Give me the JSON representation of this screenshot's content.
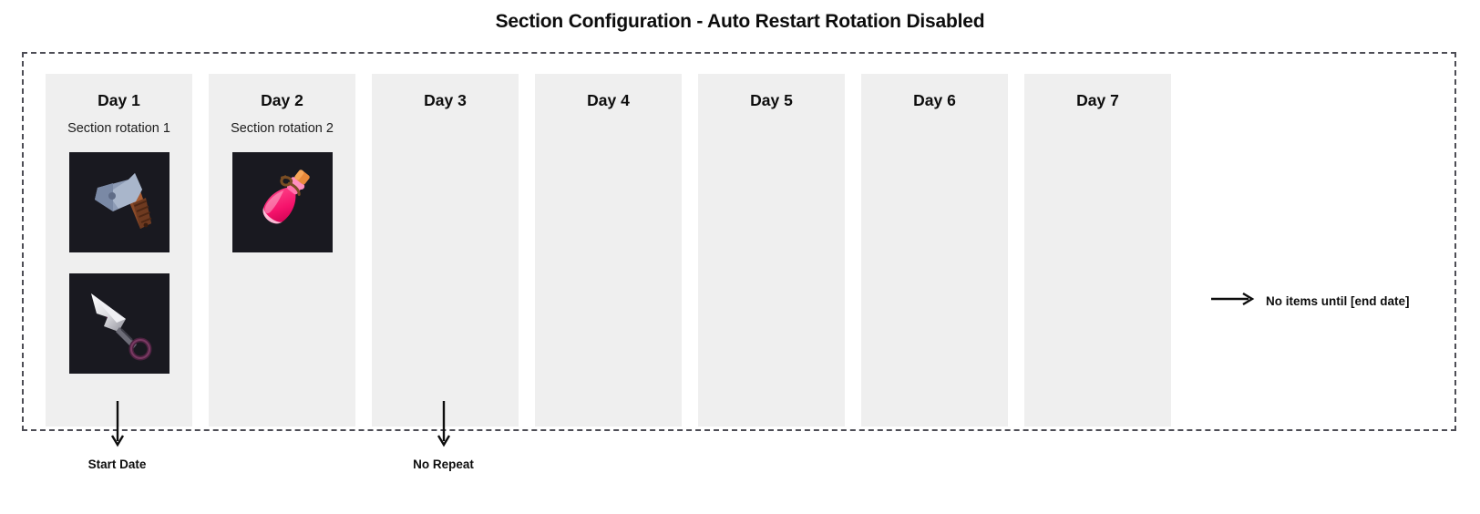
{
  "page": {
    "title": "Section Configuration - Auto Restart Rotation Disabled",
    "background_color": "#ffffff",
    "card_color": "#efefef",
    "item_tile_color": "#191920",
    "border_color": "#4d4d55",
    "text_color": "#0d0d0d"
  },
  "timeline": {
    "days": [
      {
        "day_label": "Day 1",
        "rotation_label": "Section rotation 1",
        "items": [
          {
            "icon": "axe-icon",
            "name": "axe"
          },
          {
            "icon": "kunai-dagger-icon",
            "name": "kunai dagger"
          }
        ]
      },
      {
        "day_label": "Day 2",
        "rotation_label": "Section rotation 2",
        "items": [
          {
            "icon": "potion-bottle-icon",
            "name": "pink potion"
          }
        ]
      },
      {
        "day_label": "Day 3",
        "rotation_label": "",
        "items": []
      },
      {
        "day_label": "Day 4",
        "rotation_label": "",
        "items": []
      },
      {
        "day_label": "Day 5",
        "rotation_label": "",
        "items": []
      },
      {
        "day_label": "Day 6",
        "rotation_label": "",
        "items": []
      },
      {
        "day_label": "Day 7",
        "rotation_label": "",
        "items": []
      }
    ]
  },
  "markers": [
    {
      "id": "start-date",
      "label": "Start Date",
      "arrow": "arrow-down-icon"
    },
    {
      "id": "no-repeat",
      "label": "No Repeat",
      "arrow": "arrow-down-icon"
    }
  ],
  "side_note": {
    "label": "No items until [end date]",
    "arrow": "arrow-right-icon"
  }
}
